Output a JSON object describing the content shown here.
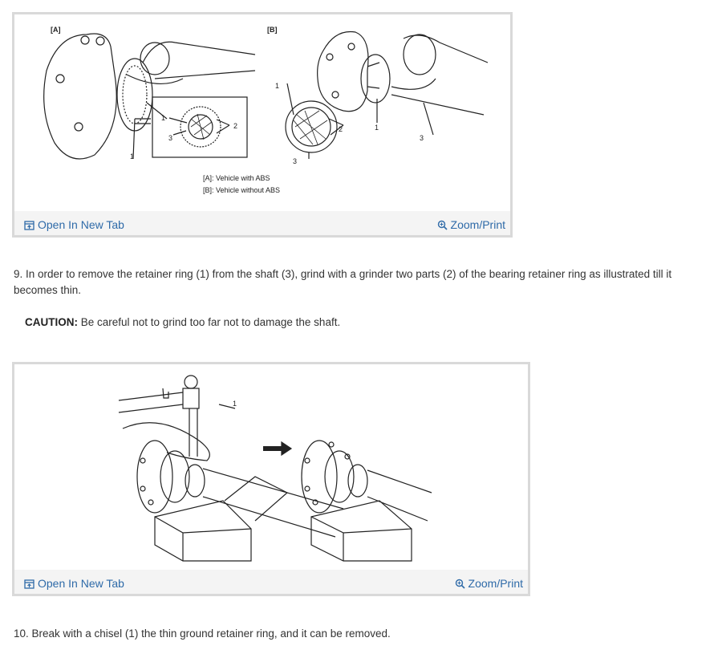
{
  "figure1": {
    "label_a": "[A]",
    "label_b": "[B]",
    "callouts_a": [
      "1",
      "2",
      "3",
      "1"
    ],
    "callouts_b": [
      "1",
      "2",
      "3",
      "1",
      "3"
    ],
    "legend_a": "[A]:   Vehicle with ABS",
    "legend_b": "[B]:   Vehicle without ABS",
    "open_label": "Open In New Tab",
    "zoom_label": "Zoom/Print"
  },
  "step9": {
    "text": " 9. In order to remove the retainer ring (1) from the shaft (3), grind with a grinder two parts (2) of the bearing retainer ring as illustrated till it becomes thin."
  },
  "caution": {
    "label": "CAUTION:",
    "text": " Be careful not to grind too far not to damage the shaft."
  },
  "figure2": {
    "callout": "1",
    "open_label": "Open In New Tab",
    "zoom_label": "Zoom/Print"
  },
  "step10": {
    "text": "10. Break with a chisel (1) the thin ground retainer ring, and it can be removed."
  },
  "colors": {
    "link": "#2e6aa8",
    "frame": "#d9d9d9",
    "footer": "#f4f4f4"
  }
}
